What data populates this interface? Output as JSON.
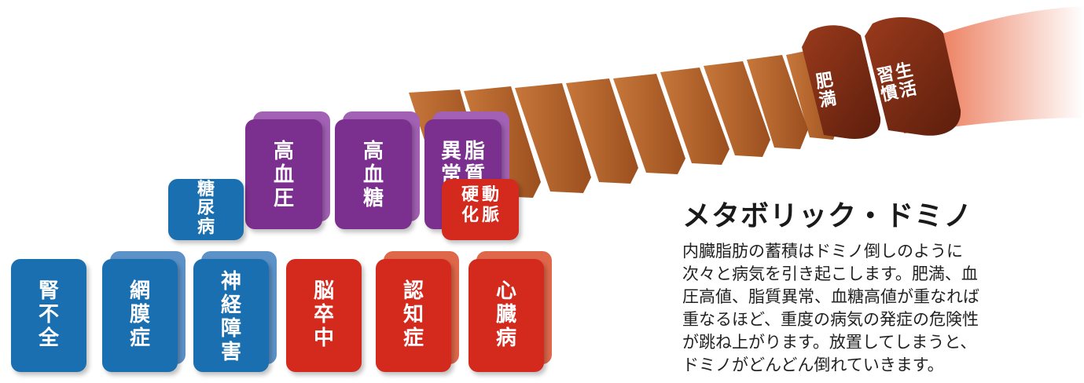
{
  "title": "メタボリック・ドミノ",
  "description_lines": [
    "内臓脂肪の蓄積はドミノ倒しのように",
    "次々と病気を引き起こします。肥満、血",
    "圧高値、脂質異常、血糖高値が重なれば",
    "重なるほど、重度の病気の発症の危険性",
    "が跳ね上がります。放置してしまうと、",
    "ドミノがどんどん倒れていきます。"
  ],
  "dominoes": {
    "lifestyle": [
      "生",
      "活",
      "習",
      "慣"
    ],
    "obesity": [
      "肥",
      "満"
    ],
    "hypertension": [
      "高",
      "血",
      "圧"
    ],
    "hyperglycemia": [
      "高",
      "血",
      "糖"
    ],
    "dyslipidemia": [
      "脂",
      "質",
      "異",
      "常"
    ],
    "arteriosclerosis": [
      "動",
      "脈",
      "硬",
      "化"
    ],
    "diabetes": [
      "糖",
      "尿",
      "病"
    ],
    "kidney_failure": [
      "腎",
      "不",
      "全"
    ],
    "retinopathy": [
      "網",
      "膜",
      "症"
    ],
    "neuropathy": [
      "神",
      "経",
      "障",
      "害"
    ],
    "stroke": [
      "脳",
      "卒",
      "中"
    ],
    "dementia": [
      "認",
      "知",
      "症"
    ],
    "heart_disease": [
      "心",
      "臓",
      "病"
    ]
  },
  "colors": {
    "blue": "#1a6fb0",
    "purple": "#7b2f8f",
    "red": "#d42a1e",
    "brown": "#b5652a",
    "dark_brown": "#7a2b14",
    "gradient": "#e8603a"
  }
}
